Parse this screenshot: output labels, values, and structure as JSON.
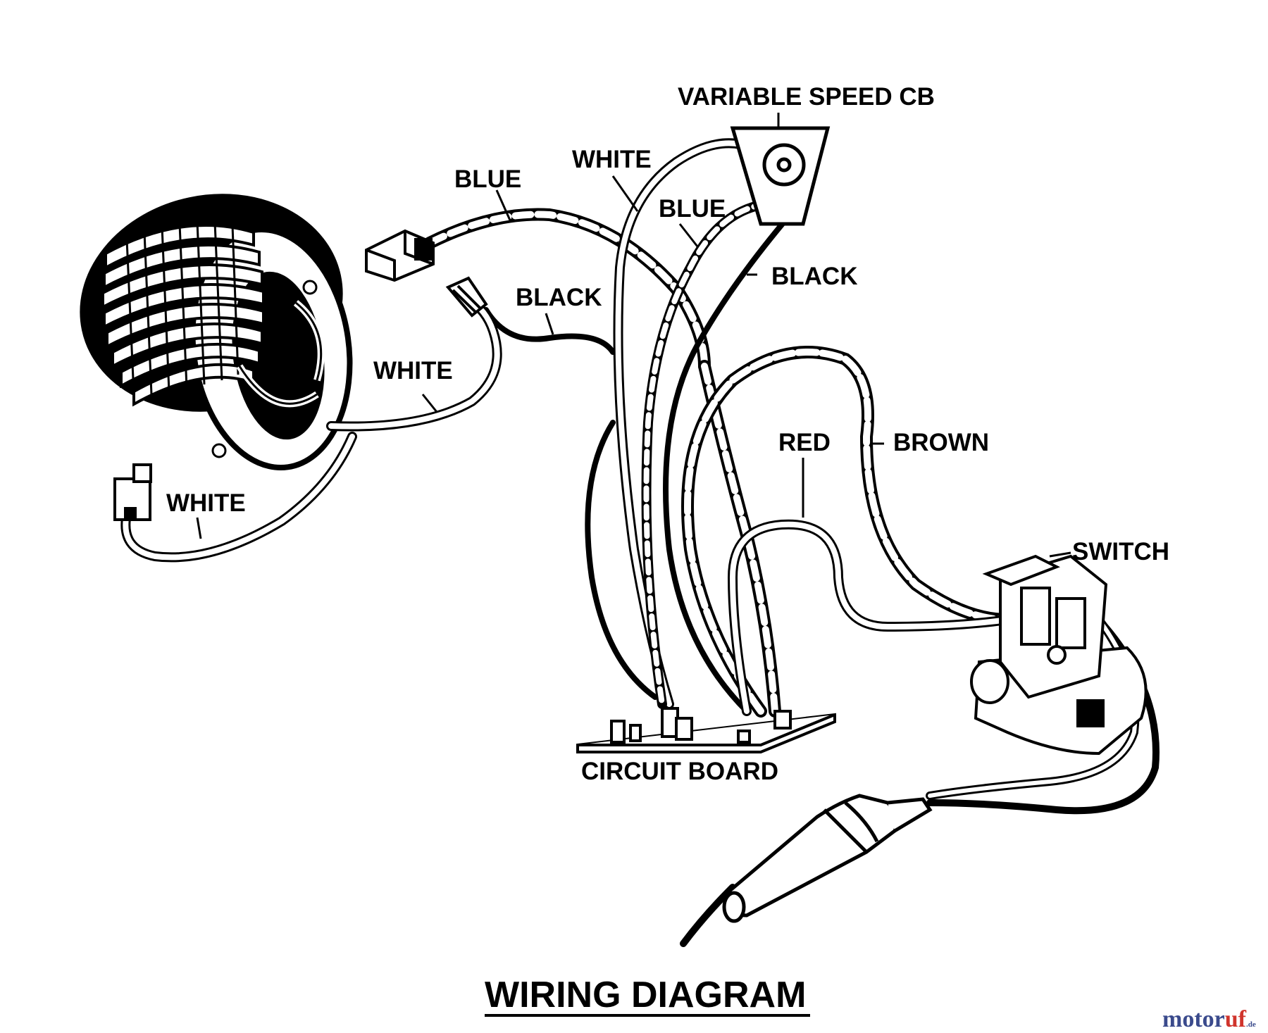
{
  "title": "WIRING DIAGRAM",
  "labels": {
    "variable_speed_cb": "VARIABLE SPEED CB",
    "white_top": "WHITE",
    "blue_left": "BLUE",
    "blue_center": "BLUE",
    "black_right": "BLACK",
    "black_left": "BLACK",
    "white_mid": "WHITE",
    "white_low": "WHITE",
    "red": "RED",
    "brown": "BROWN",
    "switch": "SWITCH",
    "circuit_board": "CIRCUIT BOARD"
  },
  "watermark": {
    "brand_dark": "motor",
    "brand_red": "uf",
    "suffix": ".de"
  },
  "colors": {
    "ink": "#000000",
    "paper": "#ffffff",
    "watermark_dark": "#3a4a8c",
    "watermark_red": "#d0342c"
  }
}
